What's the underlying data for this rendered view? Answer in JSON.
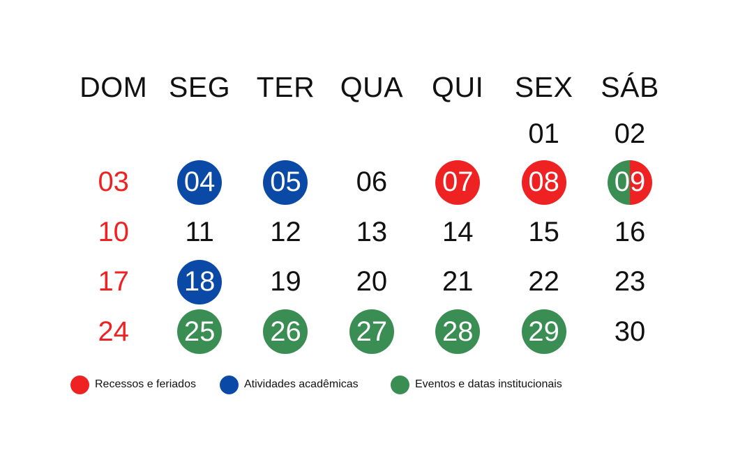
{
  "colors": {
    "recess": "#ee2222",
    "academic": "#0a4aa6",
    "event": "#3a8e53",
    "sunday_text": "#ee2222"
  },
  "weekdays": [
    "DOM",
    "SEG",
    "TER",
    "QUA",
    "QUI",
    "SEX",
    "SÁB"
  ],
  "weeks": [
    [
      {
        "day": ""
      },
      {
        "day": ""
      },
      {
        "day": ""
      },
      {
        "day": ""
      },
      {
        "day": ""
      },
      {
        "day": "01"
      },
      {
        "day": "02"
      }
    ],
    [
      {
        "day": "03",
        "sunday": true
      },
      {
        "day": "04",
        "type": "academic"
      },
      {
        "day": "05",
        "type": "academic"
      },
      {
        "day": "06"
      },
      {
        "day": "07",
        "type": "recess"
      },
      {
        "day": "08",
        "type": "recess"
      },
      {
        "day": "09",
        "type": "event-recess"
      }
    ],
    [
      {
        "day": "10",
        "sunday": true
      },
      {
        "day": "11"
      },
      {
        "day": "12"
      },
      {
        "day": "13"
      },
      {
        "day": "14"
      },
      {
        "day": "15"
      },
      {
        "day": "16"
      }
    ],
    [
      {
        "day": "17",
        "sunday": true
      },
      {
        "day": "18",
        "type": "academic"
      },
      {
        "day": "19"
      },
      {
        "day": "20"
      },
      {
        "day": "21"
      },
      {
        "day": "22"
      },
      {
        "day": "23"
      }
    ],
    [
      {
        "day": "24",
        "sunday": true
      },
      {
        "day": "25",
        "type": "event"
      },
      {
        "day": "26",
        "type": "event"
      },
      {
        "day": "27",
        "type": "event"
      },
      {
        "day": "28",
        "type": "event"
      },
      {
        "day": "29",
        "type": "event"
      },
      {
        "day": "30"
      }
    ]
  ],
  "legend": [
    {
      "label": "Recessos e feriados",
      "type": "recess"
    },
    {
      "label": "Atividades acadêmicas",
      "type": "academic"
    },
    {
      "label": "Eventos e datas institucionais",
      "type": "event"
    }
  ]
}
